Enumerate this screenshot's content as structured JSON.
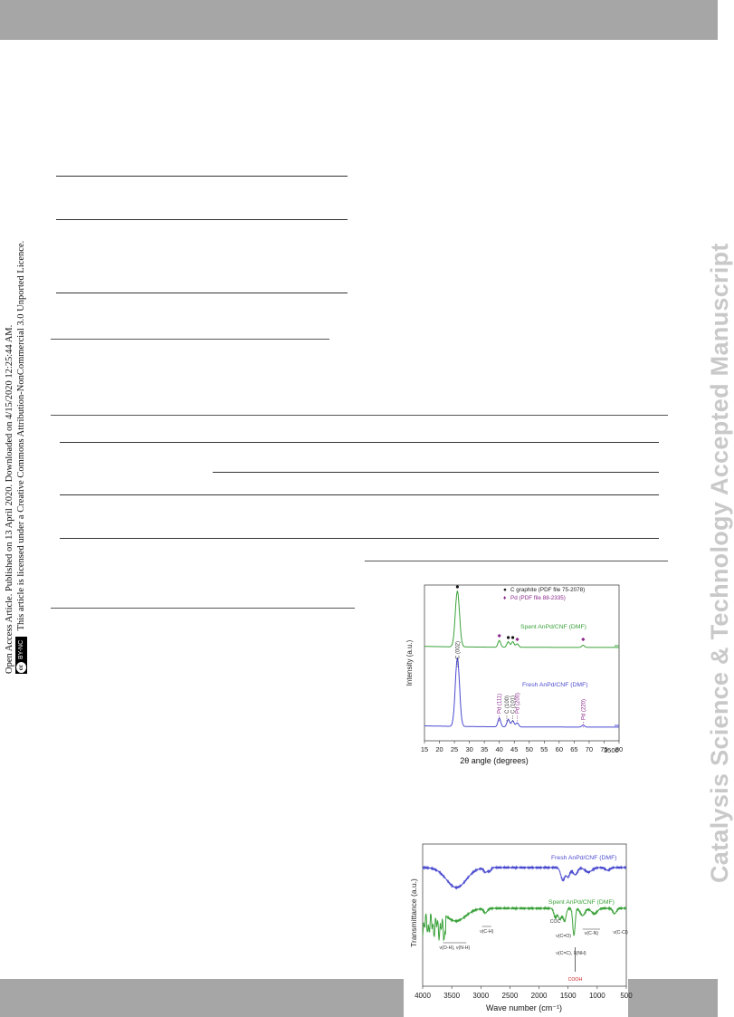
{
  "sidebar": {
    "line1": "Open Access Article. Published on 13 April 2020. Downloaded on 4/15/2020 12:25:44 AM.",
    "line2": "This article is licensed under a Creative Commons Attribution-NonCommercial 3.0 Unported Licence.",
    "badge_cc": "cc",
    "badge_text": "BY-NC"
  },
  "watermark": "Catalysis Science & Technology Accepted Manuscript",
  "chart_data": [
    {
      "type": "line",
      "xlabel": "2θ angle (degrees)",
      "ylabel": "Intensity (a.u.)",
      "xlim": [
        15,
        80
      ],
      "xticks": [
        15,
        20,
        25,
        30,
        35,
        40,
        45,
        50,
        55,
        60,
        65,
        70,
        75,
        80
      ],
      "edge_label": "3500",
      "legend": [
        {
          "symbol": "●",
          "label": "C graphite (PDF file 75-2078)",
          "color": "#222222"
        },
        {
          "symbol": "♦",
          "label": "Pd (PDF file 88-2335)",
          "color": "#8b2a8b"
        }
      ],
      "series": [
        {
          "name": "Spent AnPd/CNF (DMF)",
          "color": "#3aa23a",
          "peaks": [
            [
              26,
              1.0
            ],
            [
              40,
              0.12
            ],
            [
              43,
              0.1
            ],
            [
              44.5,
              0.1
            ],
            [
              46,
              0.06
            ],
            [
              68,
              0.04
            ]
          ]
        },
        {
          "name": "Fresh AnPd/CNF (DMF)",
          "color": "#4b4bd0",
          "peaks": [
            [
              26,
              1.0
            ],
            [
              40,
              0.13
            ],
            [
              43,
              0.11
            ],
            [
              44.5,
              0.09
            ],
            [
              46,
              0.06
            ],
            [
              68,
              0.03
            ]
          ]
        }
      ],
      "annotations": [
        "C (002)",
        "Pd (111)",
        "C (100)",
        "C (101)",
        "Pd (200)",
        "Pd (220)"
      ]
    },
    {
      "type": "line",
      "xlabel": "Wave number (cm⁻¹)",
      "ylabel": "Transmittance (a.u.)",
      "xlim": [
        4000,
        500
      ],
      "xticks": [
        4000,
        3500,
        3000,
        2500,
        2000,
        1500,
        1000,
        500
      ],
      "series": [
        {
          "name": "Fresh AnPd/CNF (DMF)",
          "color": "#4b4bd0"
        },
        {
          "name": "Spent AnPd/CNF (DMF)",
          "color": "#3aa23a"
        }
      ],
      "annotations": [
        "ν(O-H), ν(N-H)",
        "ν(C-H)",
        "COC",
        "ν(C=O)",
        "ν(C=C), δ(NH)",
        "COOH",
        "ν(C-N)",
        "ν(C-Cl)"
      ]
    }
  ]
}
